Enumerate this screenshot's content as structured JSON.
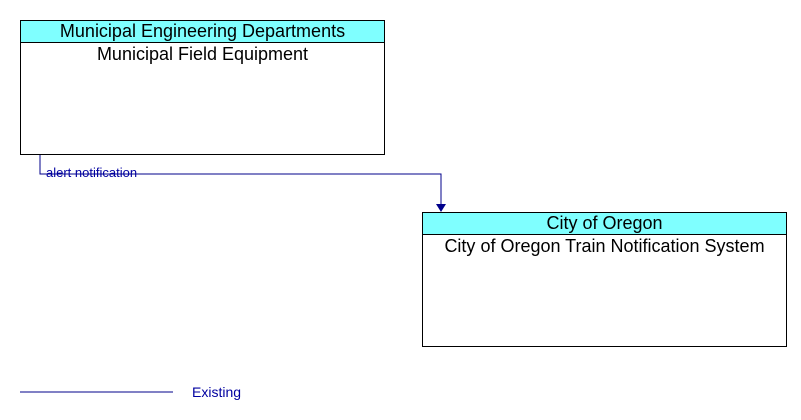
{
  "diagram": {
    "source": {
      "header": "Municipal Engineering Departments",
      "body": "Municipal Field Equipment"
    },
    "target": {
      "header": "City of Oregon",
      "body": "City of Oregon Train Notification System"
    },
    "flow": {
      "label": "alert notification",
      "status": "Existing"
    },
    "legend": {
      "existing_label": "Existing"
    },
    "colors": {
      "header_fill": "#7fffff",
      "flow_line": "#00008b",
      "flow_text": "#0000a0"
    }
  }
}
